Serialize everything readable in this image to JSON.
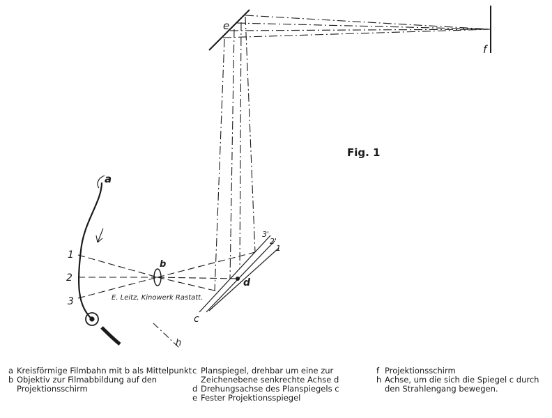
{
  "labels": {
    "a": "a",
    "b": "b",
    "c": "c",
    "d": "d",
    "e": "e",
    "f": "f",
    "h": "h",
    "p1": "1",
    "p2": "2",
    "p3": "3",
    "m1": "1",
    "m2": "2'",
    "m3": "3'"
  },
  "figure_title": "Fig. 1",
  "credit": "E. Leitz, Kinowerk Rastatt.",
  "legend": [
    {
      "key": "a",
      "text": "Kreisförmige Filmbahn mit b als Mittelpunkt"
    },
    {
      "key": "b",
      "text": "Objektiv zur Filmabbildung auf den Projektionsschirm"
    },
    {
      "key": "c",
      "text": "Planspiegel, drehbar um eine zur Zeichenebene senkrechte Achse d"
    },
    {
      "key": "d",
      "text": "Drehungsachse des Planspiegels c"
    },
    {
      "key": "e",
      "text": "Fester Projektionsspiegel"
    },
    {
      "key": "f",
      "text": "Projektionsschirm"
    },
    {
      "key": "h",
      "text": "Achse, um die sich die Spiegel c durch den Strahlengang bewegen."
    }
  ]
}
